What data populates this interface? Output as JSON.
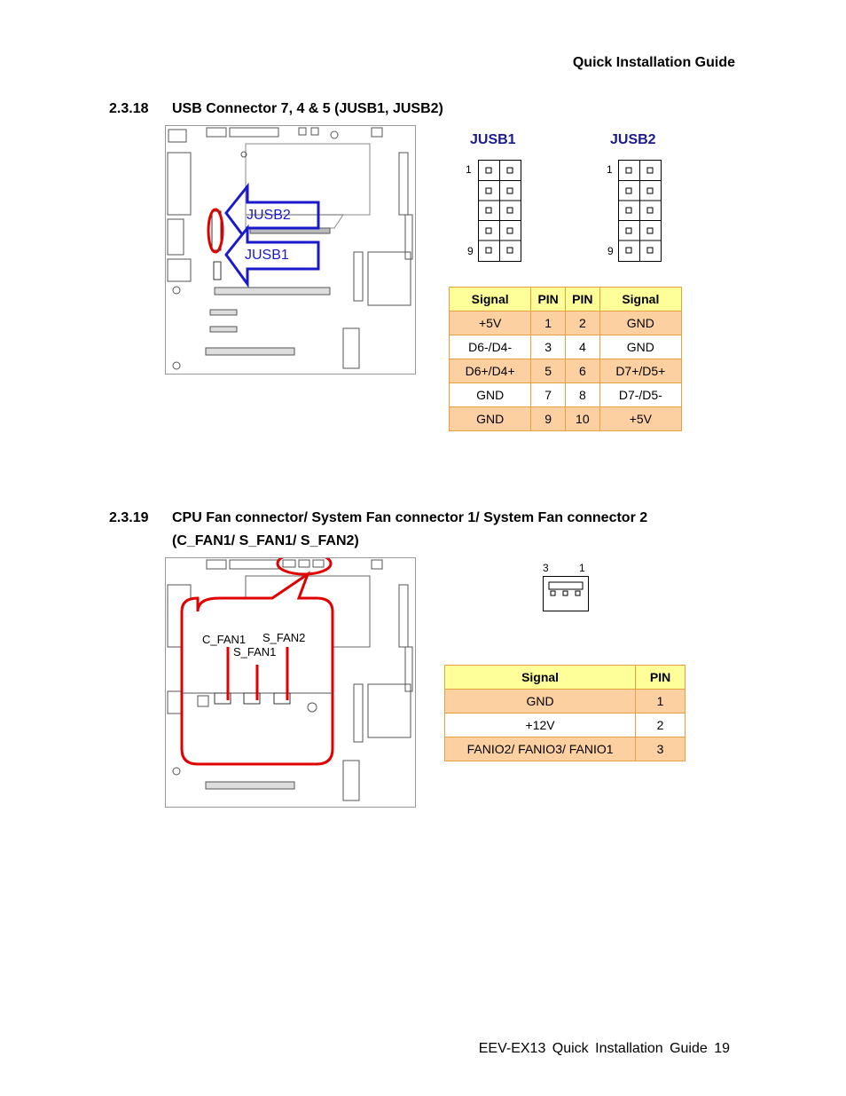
{
  "header": {
    "title": "Quick Installation Guide"
  },
  "section1": {
    "number": "2.3.18",
    "title": "USB Connector 7, 4 & 5 (JUSB1, JUSB2)",
    "callouts": [
      "JUSB2",
      "JUSB1"
    ],
    "connectors": [
      {
        "name": "JUSB1",
        "pin_first": "1",
        "pin_last": "9"
      },
      {
        "name": "JUSB2",
        "pin_first": "1",
        "pin_last": "9"
      }
    ],
    "table": {
      "headers": [
        "Signal",
        "PIN",
        "PIN",
        "Signal"
      ],
      "rows": [
        [
          "+5V",
          "1",
          "2",
          "GND"
        ],
        [
          "D6-/D4-",
          "3",
          "4",
          "GND"
        ],
        [
          "D6+/D4+",
          "5",
          "6",
          "D7+/D5+"
        ],
        [
          "GND",
          "7",
          "8",
          "D7-/D5-"
        ],
        [
          "GND",
          "9",
          "10",
          "+5V"
        ]
      ]
    }
  },
  "section2": {
    "number": "2.3.19",
    "title_line1": "CPU Fan connector/ System Fan connector 1/ System Fan connector 2",
    "title_line2": "(C_FAN1/ S_FAN1/ S_FAN2)",
    "fan_labels": {
      "c_fan1": "C_FAN1",
      "s_fan1": "S_FAN1",
      "s_fan2": "S_FAN2"
    },
    "connector": {
      "pin_left": "3",
      "pin_right": "1"
    },
    "table": {
      "headers": [
        "Signal",
        "PIN"
      ],
      "rows": [
        [
          "GND",
          "1"
        ],
        [
          "+12V",
          "2"
        ],
        [
          "FANIO2/ FANIO3/ FANIO1",
          "3"
        ]
      ]
    }
  },
  "footer": {
    "text": "EEV-EX13  Quick  Installation  Guide  19"
  },
  "colors": {
    "callout_blue": "#1a1acc",
    "highlight_red": "#e00000",
    "table_border": "#e8a040",
    "table_header": "#ffff99",
    "table_shade": "#fcd0a0"
  }
}
